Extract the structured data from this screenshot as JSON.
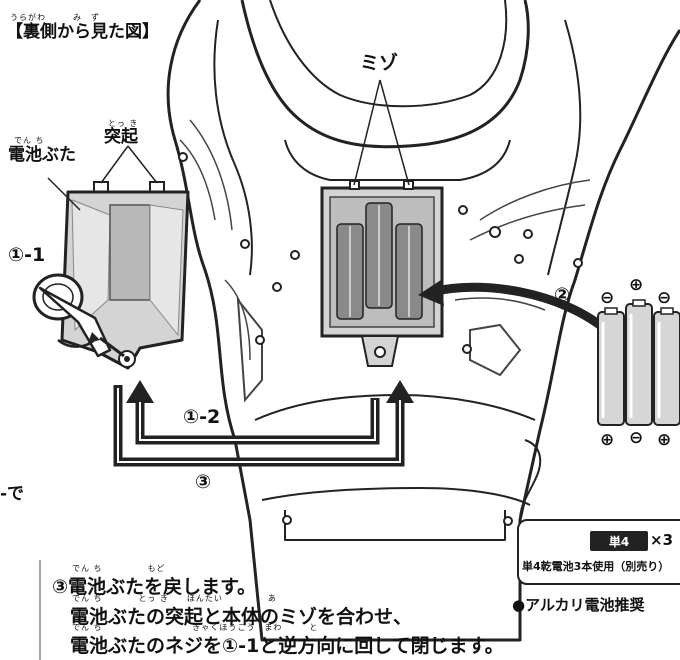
{
  "header": {
    "title_ruby": "うらがわ　　　み　ず",
    "title": "【裏側から見た図】"
  },
  "labels": {
    "groove": "ミゾ",
    "protrusion_ruby": "とっ き",
    "protrusion": "突起",
    "cover_ruby": "でん ち",
    "cover": "電池ぶた",
    "step_1_1": "①-1",
    "step_1_2": "①-2",
    "step_2": "②",
    "step_3": "③",
    "left_edge_fragment": "-で"
  },
  "battery_labels": {
    "minus": "⊖",
    "plus": "⊕"
  },
  "instructions": {
    "line1_ruby": "でん ち　　　　　もど",
    "line1": "③電池ぶたを戻します。",
    "line2_ruby": "でん ち　　　　とっ き　　ほんたい　　　　　あ",
    "line2": "電池ぶたの突起と本体のミゾを合わせ、",
    "line3_ruby": "でん ち　　　　　　　　　　ぎゃくほうこう　まわ　　　と",
    "line3": "電池ぶたのネジを①-1と逆方向に回して閉じます。"
  },
  "battery_spec": {
    "badge": "単4",
    "multiplier": "×3",
    "usage": "単4乾電池3本使用（別売り）",
    "recommend": "●アルカリ電池推奨"
  }
}
